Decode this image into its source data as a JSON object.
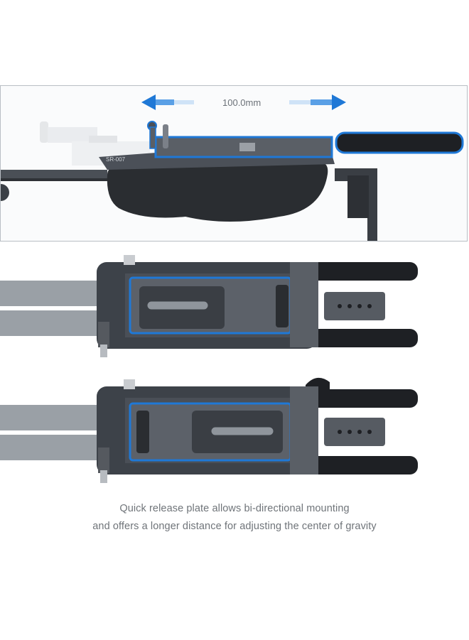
{
  "measurement": {
    "label": "100.0mm"
  },
  "rig": {
    "model_label": "SR-007"
  },
  "caption": {
    "line1": "Quick release plate allows bi-directional mounting",
    "line2": "and offers a longer distance for adjusting the center of gravity"
  },
  "colors": {
    "accent_blue": "#1f78d6",
    "body_dark": "#3a3f46",
    "rod_black": "#1e2024",
    "strap_grey": "#9aa0a6"
  }
}
